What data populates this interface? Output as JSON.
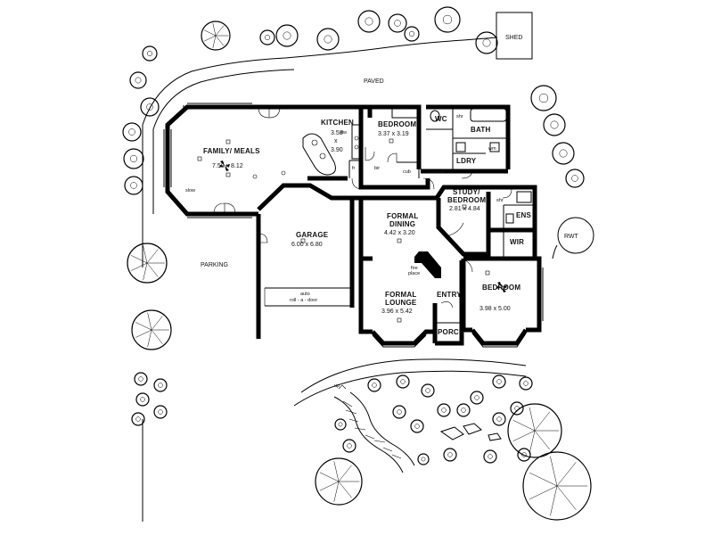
{
  "labels": {
    "shed": "SHED",
    "paved": "PAVED",
    "parking": "PARKING",
    "rwt": "RWT",
    "family_meals": "FAMILY/ MEALS",
    "family_meals_dim": "7.50 x 8.12",
    "kitchen": "KITCHEN",
    "kitchen_dim_a": "3.58",
    "kitchen_dim_x": "x",
    "kitchen_dim_b": "3.90",
    "bedroom1": "BEDROOM",
    "bedroom1_dim": "3.37 x 3.19",
    "wc": "WC",
    "bath": "BATH",
    "ldry": "LDRY",
    "shr1": "shr",
    "shr2": "shr",
    "study": "STUDY/",
    "study2": "BEDROOM",
    "study_dim": "2.81 x 4.84",
    "ens": "ENS",
    "wir": "WIR",
    "garage": "GARAGE",
    "garage_dim": "6.00 x 6.80",
    "auto_door1": "auto",
    "auto_door2": "roll - a - door",
    "formal_dining1": "FORMAL",
    "formal_dining2": "DINING",
    "formal_dining_dim": "4.42 x 3.20",
    "fire1": "fire",
    "fire2": "place",
    "formal_lounge1": "FORMAL",
    "formal_lounge2": "LOUNGE",
    "formal_lounge_dim": "3.96 x 5.42",
    "entry": "ENTRY",
    "porch": "PORCH",
    "bedroom2": "BEDROOM",
    "bedroom2_dim": "3.98 x 5.00",
    "bir": "bir",
    "cub": "cub",
    "shelves": "shelves",
    "dw": "dw",
    "fr": "fr",
    "wm": "wm",
    "up": "up",
    "slow": "slow"
  },
  "colors": {
    "ink": "#000000",
    "paper": "#ffffff"
  }
}
